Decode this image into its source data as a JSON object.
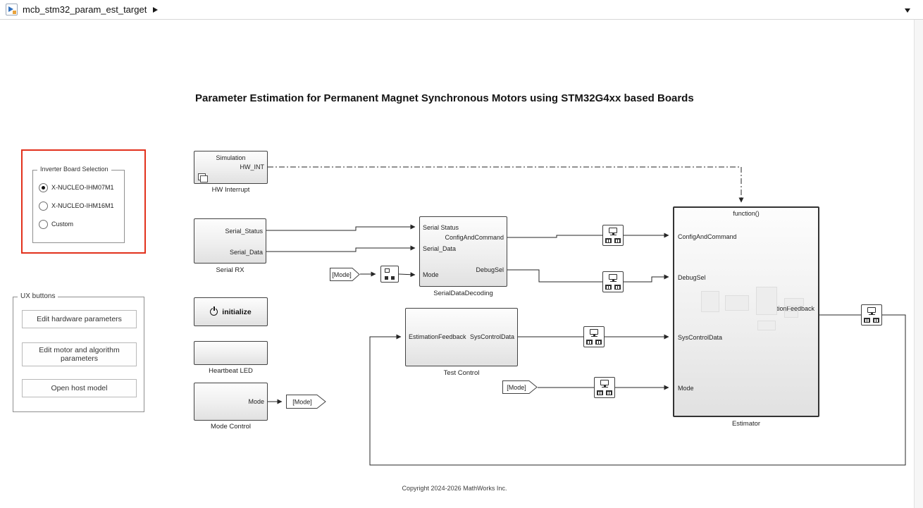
{
  "window": {
    "breadcrumb": {
      "model_name": "mcb_stm32_param_est_target"
    }
  },
  "canvas": {
    "title": "Parameter Estimation for Permanent Magnet Synchronous Motors using STM32G4xx based Boards",
    "copyright": "Copyright 2024-2026 MathWorks Inc."
  },
  "inverter_selection": {
    "title": "Inverter Board Selection",
    "options": [
      {
        "label": "X-NUCLEO-IHM07M1",
        "selected": true
      },
      {
        "label": "X-NUCLEO-IHM16M1",
        "selected": false
      },
      {
        "label": "Custom",
        "selected": false
      }
    ]
  },
  "ux_buttons": {
    "title": "UX buttons",
    "buttons": [
      "Edit hardware parameters",
      "Edit motor and algorithm parameters",
      "Open host model"
    ]
  },
  "blocks": {
    "hw_interrupt": {
      "name": "HW Interrupt",
      "top_label": "Simulation",
      "out1": "HW_INT"
    },
    "serial_rx": {
      "name": "Serial RX",
      "out1": "Serial_Status",
      "out2": "Serial_Data"
    },
    "serial_data_decoding": {
      "name": "SerialDataDecoding",
      "in1": "Serial Status",
      "in2": "Serial_Data",
      "in3": "Mode",
      "out1": "ConfigAndCommand",
      "out2": "DebugSel"
    },
    "test_control": {
      "name": "Test Control",
      "in1": "EstimationFeedback",
      "out1": "SysControlData"
    },
    "estimator": {
      "name": "Estimator",
      "trigger": "function()",
      "in1": "ConfigAndCommand",
      "in2": "DebugSel",
      "in3": "SysControlData",
      "in4": "Mode",
      "out1": "EstimationFeedback"
    },
    "initialize_function": {
      "name": "initialize"
    },
    "heartbeat_led": {
      "name": "Heartbeat LED"
    },
    "mode_control": {
      "name": "Mode Control",
      "out1": "Mode"
    }
  },
  "tags": {
    "goto_mode": "[Mode]",
    "from_mode_decoder": "[Mode]",
    "from_mode_estimator": "[Mode]"
  },
  "colors": {
    "annotation_red": "#e2311c",
    "wire": "#262626",
    "block_border": "#424242"
  }
}
